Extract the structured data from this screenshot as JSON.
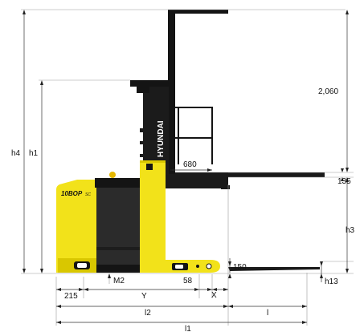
{
  "colors": {
    "body_yellow": "#f2e21a",
    "body_yellow_dark": "#d9c700",
    "mast_black": "#141414",
    "panel_grey": "#2b2b2b",
    "line": "#333333"
  },
  "brand": {
    "model_badge": "10BOP",
    "model_badge_suffix": "SC",
    "mast_text": "HYUNDAI"
  },
  "dimensions": {
    "overall_length": "l1",
    "length_to_fork_face": "l2",
    "fork_length": "l",
    "rear_overhang": "215",
    "wheelbase": "Y",
    "offset_58": "58",
    "load_center_offset": "X",
    "ground_clearance_center": "M2",
    "lowered_height": "h1",
    "max_height": "h4",
    "max_lift_height": "h3",
    "lowered_fork_height": "h13",
    "fork_thickness_135": "135",
    "fork_height_150": "150",
    "platform_length_680": "680",
    "guard_height_2060": "2,060"
  }
}
